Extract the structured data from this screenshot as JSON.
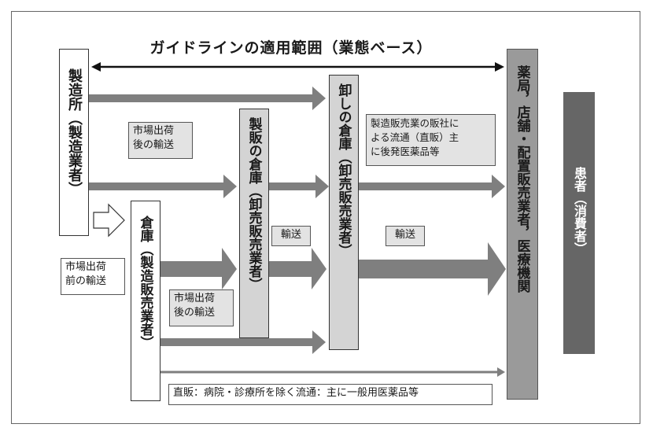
{
  "title": "ガイドラインの適用範囲（業態ベース）",
  "boxes": {
    "factory": "製造所（製造業者）",
    "warehouse": "倉庫（製造販売業者）",
    "seihan": "製販の倉庫（卸売販売業者）",
    "oroshi": "卸しの倉庫（卸売販売業者）",
    "pharmacy": "薬局，店舗・配置販売業者，医療機関",
    "patient": "患者（消費者）"
  },
  "labels": {
    "post_market_1": [
      "市場出荷",
      "後の輸送"
    ],
    "pre_market": [
      "市場出荷",
      "前の輸送"
    ],
    "post_market_2": [
      "市場出荷",
      "後の輸送"
    ],
    "transport_1": "輸送",
    "transport_2": "輸送",
    "sales_company": [
      "製造販売業の販社に",
      "よる流通（直販）主",
      "に後発医薬品等"
    ],
    "direct_sales": "直販：病院・診療所を除く流通：主に一般用医薬品等"
  },
  "colors": {
    "arrow": "#7f7f7f",
    "warehouse_fill": "#d4d4d4",
    "pharmacy_fill": "#9a9a9a",
    "patient_fill": "#666666",
    "label_fill": "#e3e3e3"
  }
}
